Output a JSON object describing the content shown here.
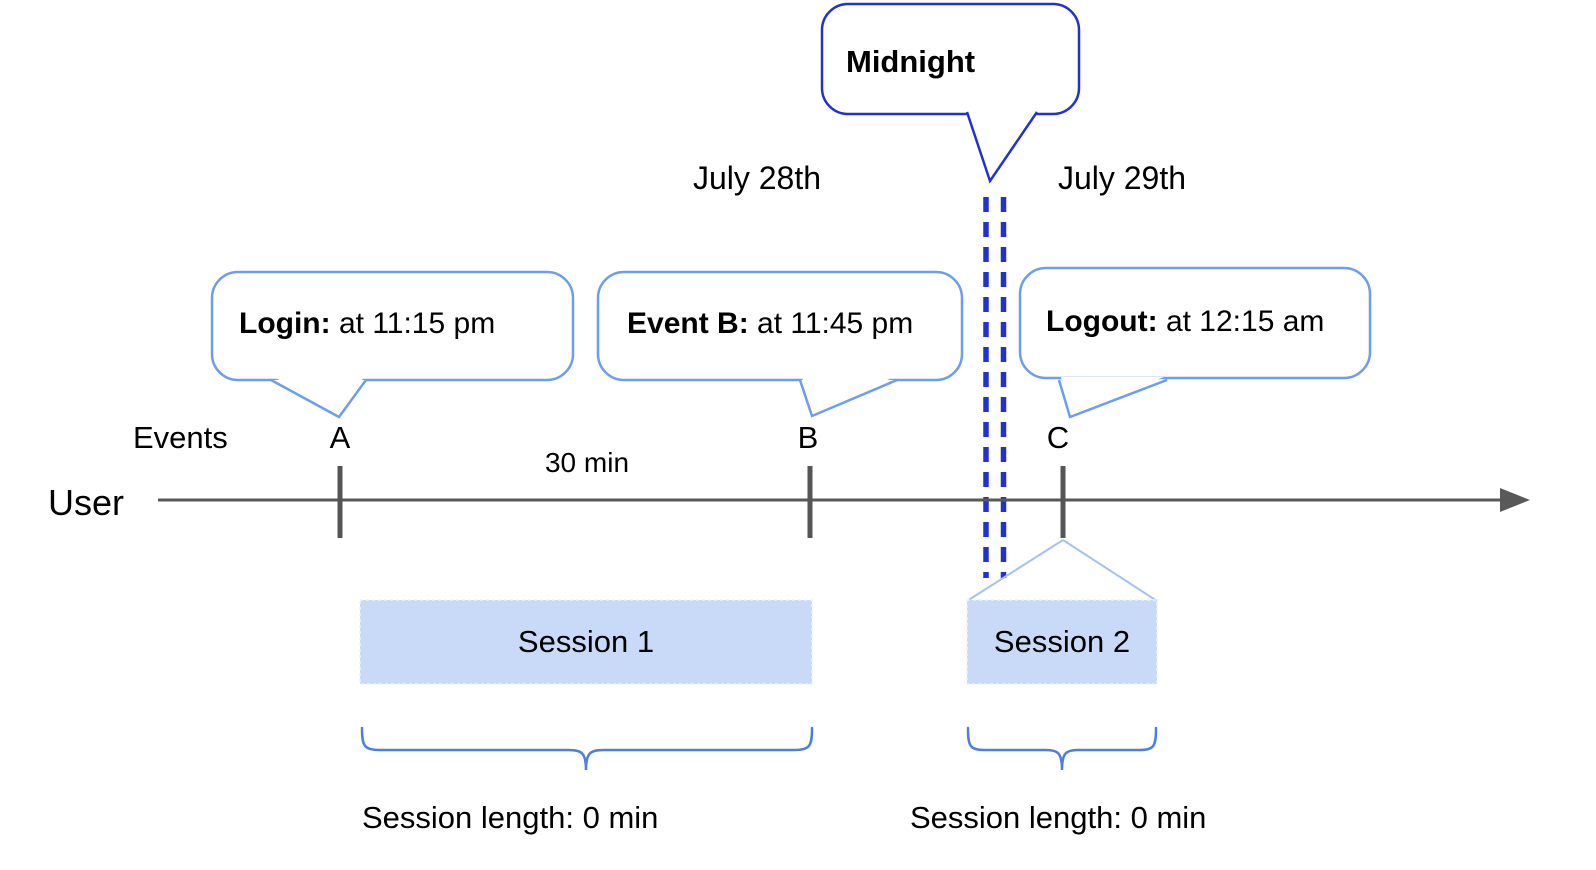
{
  "colors": {
    "bubble_border": "#6d9eeb",
    "midnight_border": "#2233cc",
    "midnight_dash": "#2233cc",
    "session_fill": "#c9daf8",
    "timeline_gray": "#595959",
    "brace_blue": "#4d7fdb",
    "expansion_line": "#a4c2f4",
    "text": "#000000"
  },
  "days": {
    "left": "July 28th",
    "right": "July 29th"
  },
  "midnight_callout": {
    "label": "Midnight"
  },
  "callouts": [
    {
      "label": "Login:",
      "detail": " at 11:15 pm",
      "event": "A"
    },
    {
      "label": "Event B:",
      "detail": " at 11:45 pm",
      "event": "B"
    },
    {
      "label": "Logout:",
      "detail": " at 12:15 am",
      "event": "C"
    }
  ],
  "timeline": {
    "row_label": "User",
    "events_label": "Events",
    "event_ticks": [
      "A",
      "B",
      "C"
    ],
    "interval_label": "30 min"
  },
  "sessions": [
    {
      "name": "Session 1",
      "length_label": "Session length: 0 min"
    },
    {
      "name": "Session 2",
      "length_label": "Session length: 0 min"
    }
  ]
}
